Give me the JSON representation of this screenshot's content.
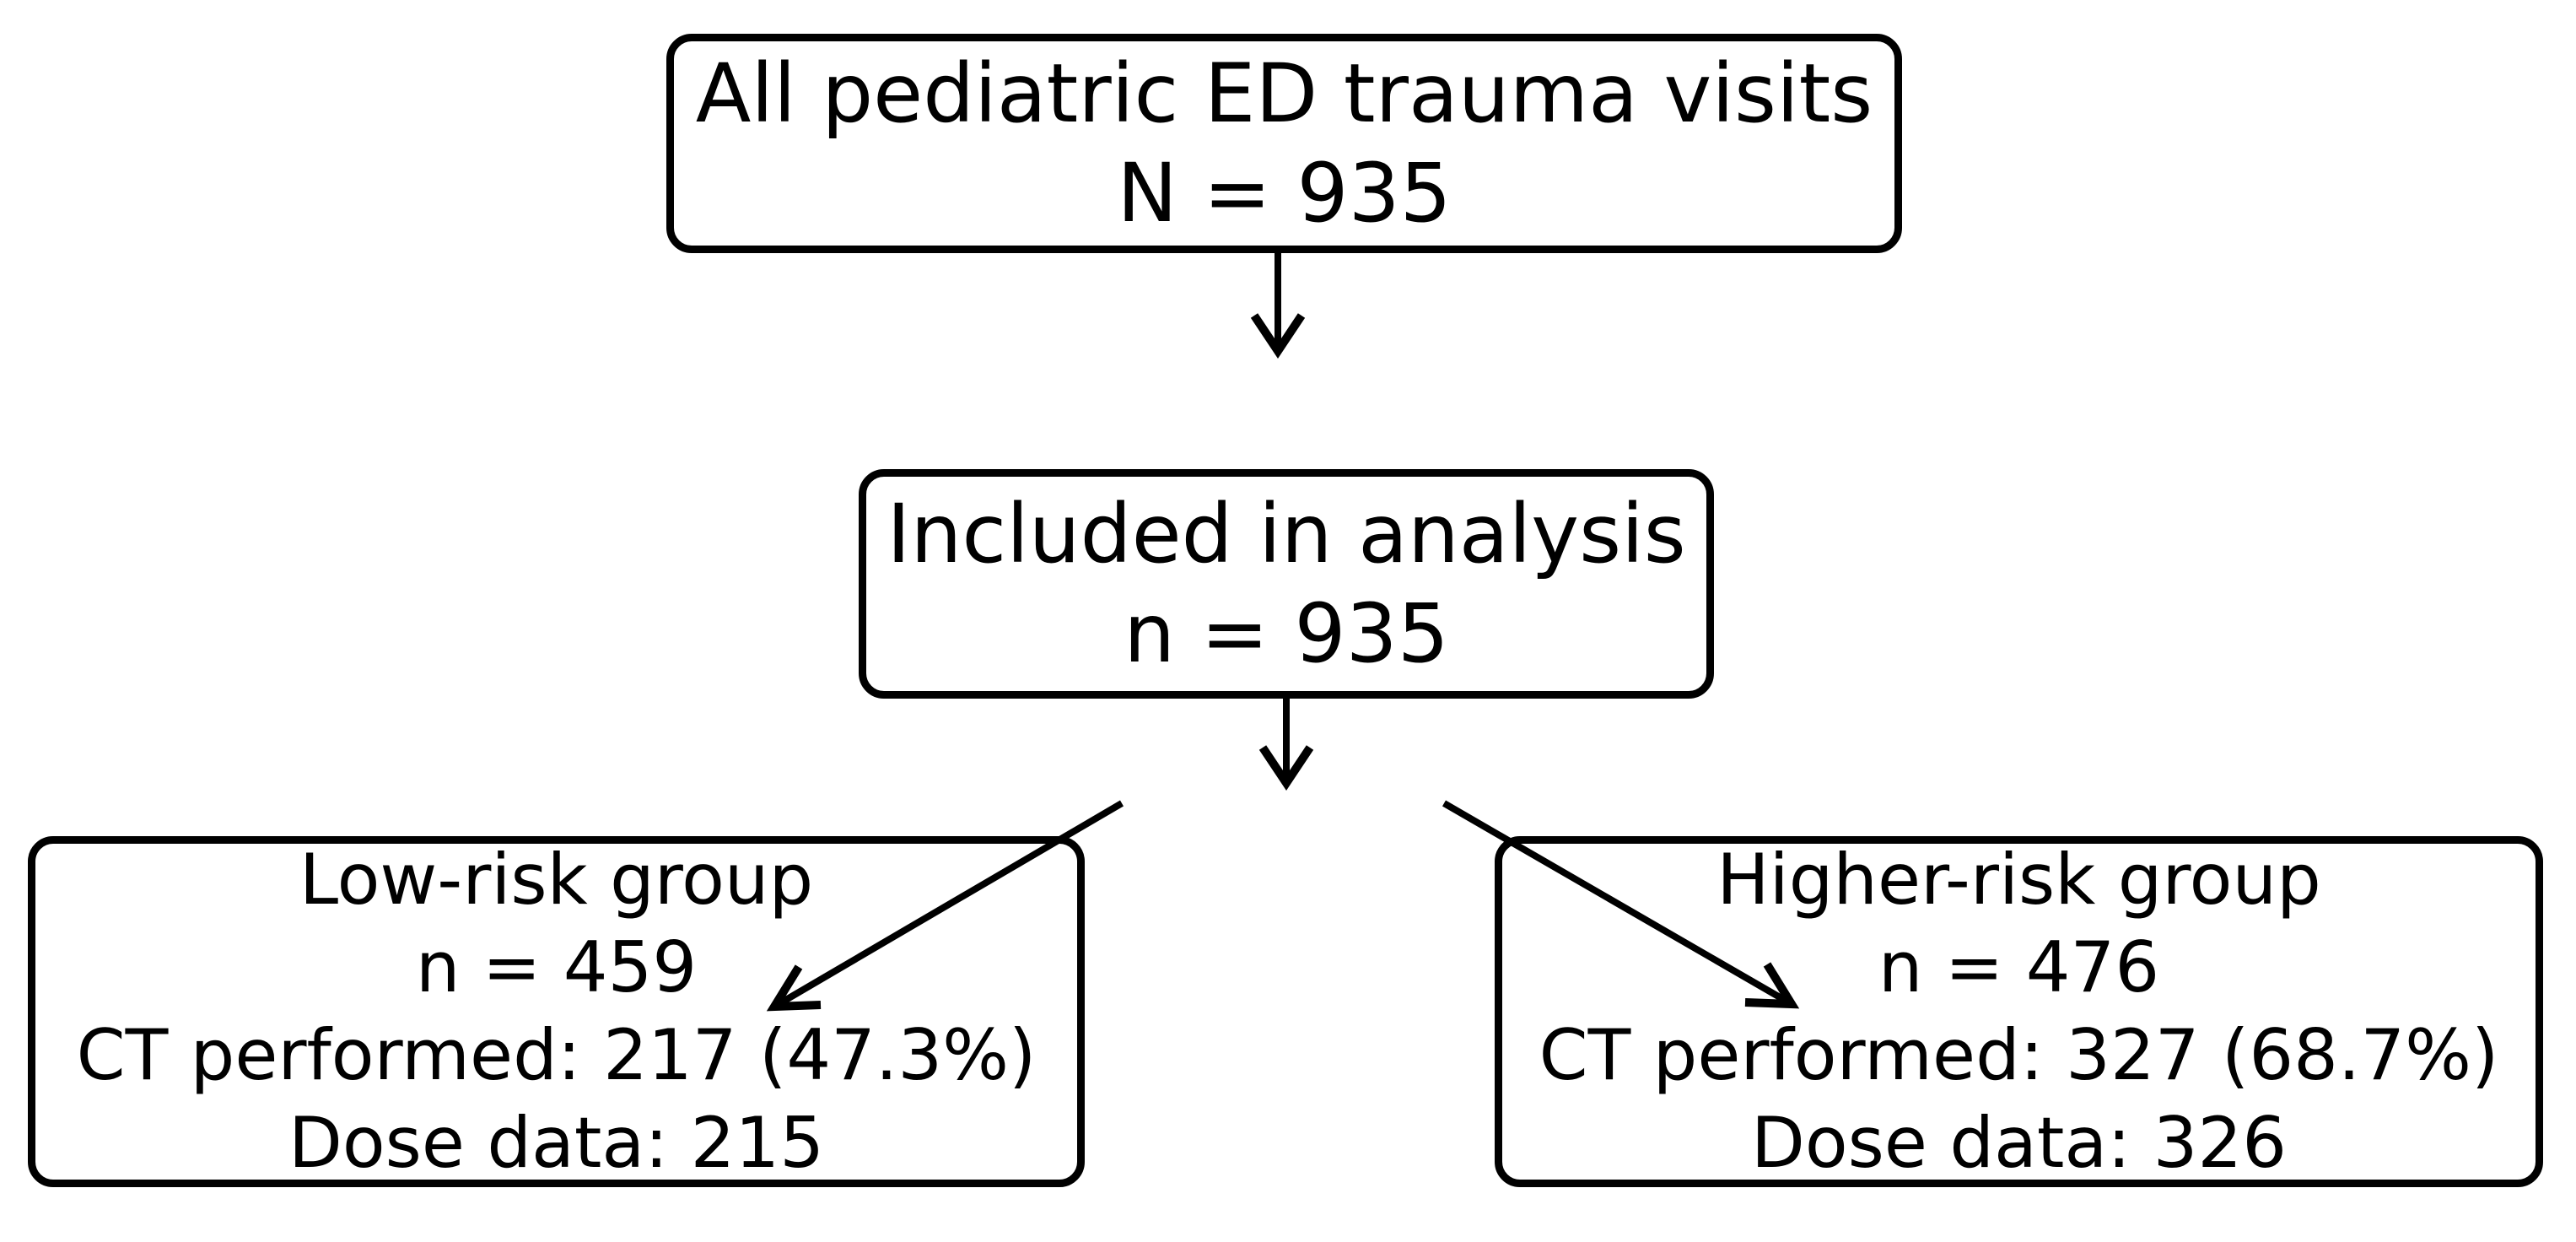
{
  "figure": {
    "type": "flowchart",
    "ink_color": "#000000",
    "background_color": "#ffffff"
  },
  "nodes": {
    "top": {
      "lines": [
        "All pediatric ED trauma visits",
        "N = 935"
      ]
    },
    "middle": {
      "lines": [
        "Included in analysis",
        "n = 935"
      ]
    },
    "bottom_left": {
      "lines": [
        "Low-risk group",
        "n = 459",
        "CT performed: 217 (47.3%)",
        "Dose data: 215"
      ]
    },
    "bottom_right": {
      "lines": [
        "Higher-risk group",
        "n = 476",
        "CT performed: 327 (68.7%)",
        "Dose data: 326"
      ]
    }
  },
  "edges": [
    {
      "from": "top",
      "to": "middle"
    },
    {
      "from": "middle",
      "to": "bottom_left"
    },
    {
      "from": "middle",
      "to": "bottom_right"
    }
  ]
}
